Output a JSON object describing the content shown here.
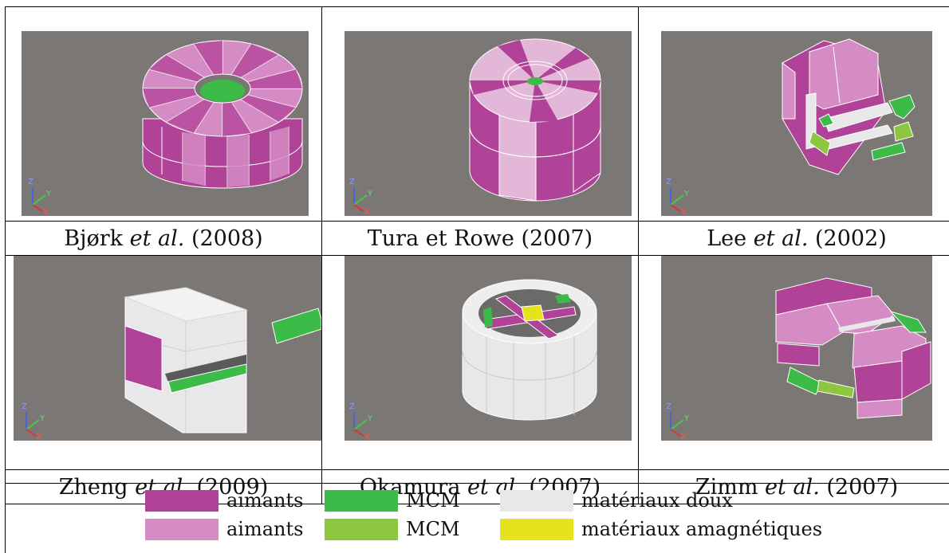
{
  "colors": {
    "background": "#7a7774",
    "magenta_dark": "#b04297",
    "magenta_light": "#d58cc4",
    "green_dark": "#3dbb48",
    "green_light": "#8dc63f",
    "soft_grey": "#e8e8ea",
    "yellow": "#e7e21e"
  },
  "panels": [
    {
      "caption_name": "Bjørk",
      "caption_etal": "et al.",
      "caption_year": "(2008)",
      "image": "cylindrical-halbach-magnet"
    },
    {
      "caption_name": "Tura et Rowe",
      "caption_etal": "",
      "caption_year": "(2007)",
      "image": "concentric-cylinder-magnet"
    },
    {
      "caption_name": "Lee",
      "caption_etal": "et al.",
      "caption_year": "(2002)",
      "image": "block-magnet-with-ring-mcm"
    },
    {
      "caption_name": "Zheng",
      "caption_etal": "et al.",
      "caption_year": "(2009)",
      "image": "c-shaped-block-magnet"
    },
    {
      "caption_name": "Okamura",
      "caption_etal": "et al.",
      "caption_year": "(2007)",
      "image": "ring-with-cross-core"
    },
    {
      "caption_name": "Zimm",
      "caption_etal": "et al.",
      "caption_year": "(2007)",
      "image": "double-block-magnet-assembly"
    }
  ],
  "axis_labels": {
    "z": "Z",
    "y": "Y",
    "x": "X"
  },
  "legend": [
    {
      "label": "aimants",
      "color": "#b04297"
    },
    {
      "label": "MCM",
      "color": "#3dbb48"
    },
    {
      "label": "matériaux doux",
      "color": "#e8e8ea"
    },
    {
      "label": "aimants",
      "color": "#d58cc4"
    },
    {
      "label": "MCM",
      "color": "#8dc63f"
    },
    {
      "label": "matériaux amagnétiques",
      "color": "#e7e21e"
    }
  ]
}
